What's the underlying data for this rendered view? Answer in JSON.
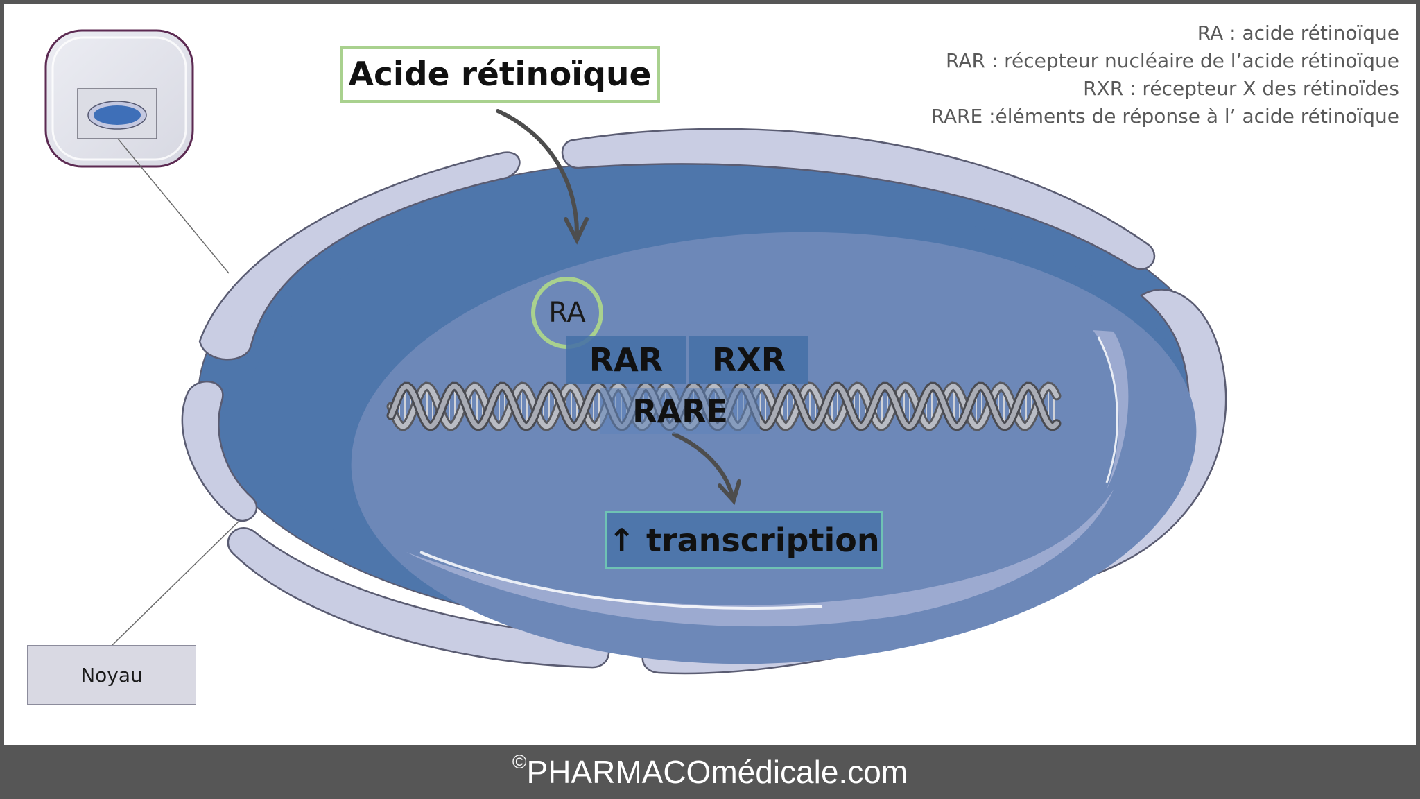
{
  "legend": {
    "lines": [
      "RA :  acide rétinoïque",
      "RAR : récepteur nucléaire de l’acide rétinoïque",
      "RXR : récepteur X des rétinoïdes",
      "RARE :éléments de réponse à l’ acide rétinoïque"
    ]
  },
  "diagram": {
    "input_label": "Acide rétinoïque",
    "ligand_label": "RA",
    "receptor_left": "RAR",
    "receptor_right": "RXR",
    "dna_element": "RARE",
    "output_label": "↑ transcription",
    "inset_label": "Noyau"
  },
  "footer": {
    "copyright_symbol": "©",
    "brand": "PHARMACOmédicale.com"
  },
  "colors": {
    "nucleus_inner": "#4e76ab",
    "nucleus_light": "#6d88b8",
    "membrane": "#c9cde3",
    "outline": "#5a5c72",
    "ligand_ring": "#a9d18e",
    "output_border": "#6fc2b4",
    "footer_bg": "#565656"
  },
  "icons": [
    "cell-icon",
    "nucleus-icon",
    "dna-helix-icon",
    "arrow-icon"
  ]
}
